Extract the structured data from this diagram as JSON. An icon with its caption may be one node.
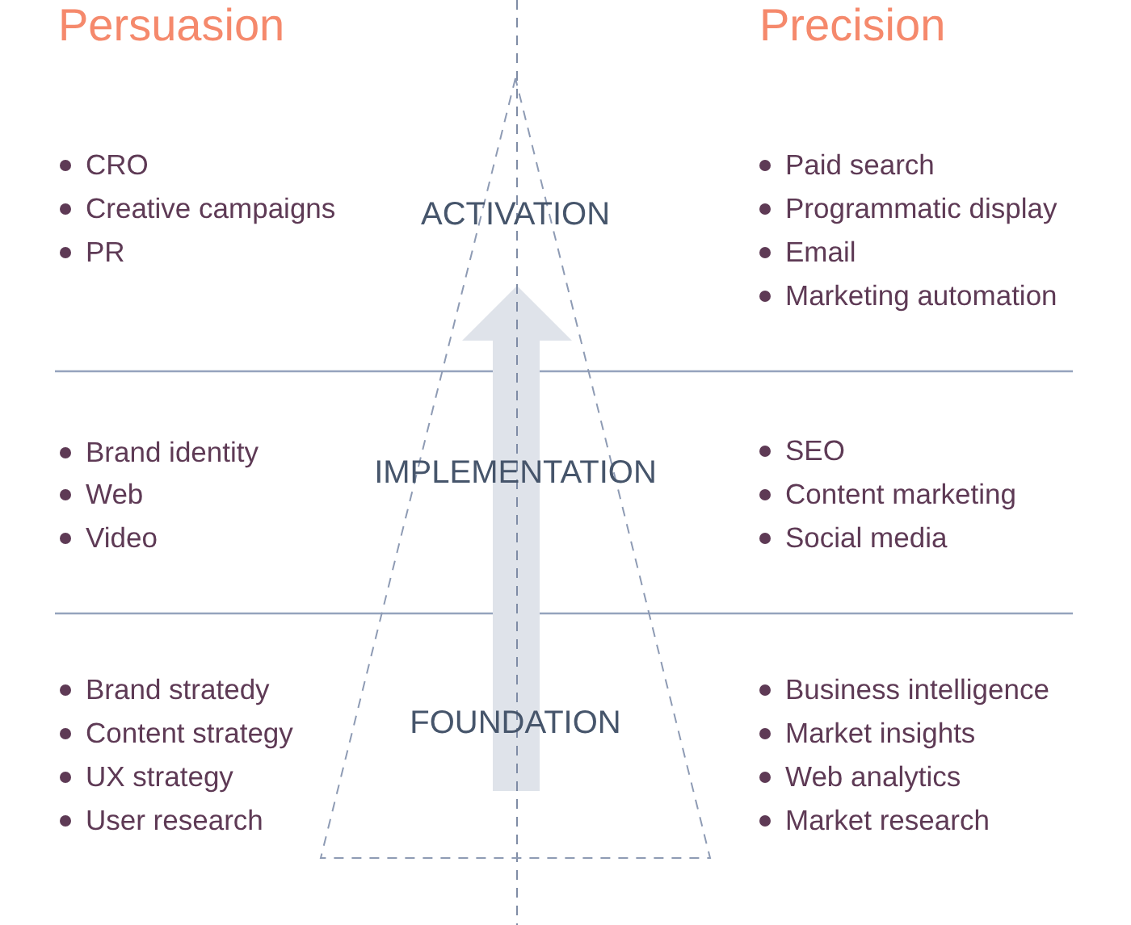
{
  "diagram": {
    "nodes": [
      {
        "text": [
          "ACTIVATION",
          "IMPLEMENTATION",
          "FOUNDATION"
        ]
      }
    ],
    "labels": [
      "Persuasion",
      "Precision",
      "CRO",
      "Creative campaigns",
      "PR",
      "Paid search",
      "Programmatic display",
      "Email",
      "Marketing automation",
      "Brand identity",
      "Web",
      "Video",
      "SEO",
      "Content marketing",
      "Social media",
      "Brand stratedy",
      "Content strategy",
      "UX strategy",
      "User research",
      "Business intelligence",
      "Market insights",
      "Web analytics",
      "Market research"
    ]
  }
}
